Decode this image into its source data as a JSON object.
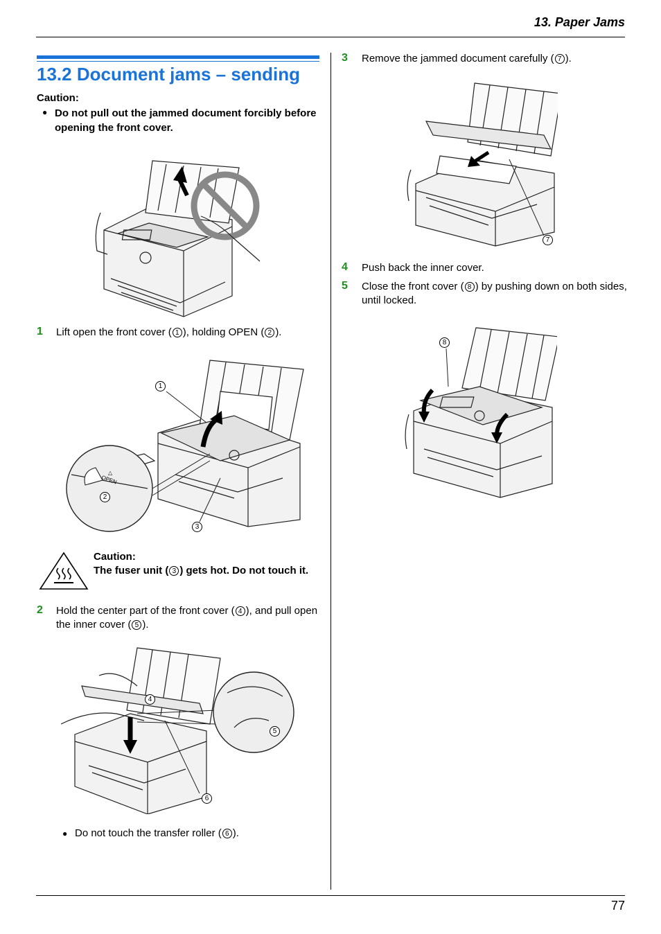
{
  "header": {
    "title": "13. Paper Jams"
  },
  "section": {
    "title": "13.2 Document jams – sending"
  },
  "caution": {
    "label": "Caution:",
    "text": "Do not pull out the jammed document forcibly before opening the front cover."
  },
  "steps": {
    "s1": {
      "num": "1",
      "pre": "Lift open the front cover (",
      "c1": "1",
      "mid": "), holding OPEN (",
      "c2": "2",
      "post": ")."
    },
    "s2": {
      "num": "2",
      "pre": "Hold the center part of the front cover (",
      "c1": "4",
      "mid": "), and pull open the inner cover (",
      "c2": "5",
      "post": ")."
    },
    "s2_note": {
      "pre": "Do not touch the transfer roller (",
      "c1": "6",
      "post": ")."
    },
    "s3": {
      "num": "3",
      "pre": "Remove the jammed document carefully (",
      "c1": "7",
      "post": ")."
    },
    "s4": {
      "num": "4",
      "text": "Push back the inner cover."
    },
    "s5": {
      "num": "5",
      "pre": "Close the front cover (",
      "c1": "8",
      "post": ") by pushing down on both sides, until locked."
    }
  },
  "fuser_warning": {
    "label": "Caution:",
    "pre": "The fuser unit (",
    "c1": "3",
    "post": ") gets hot. Do not touch it."
  },
  "figure_labels": {
    "open_label": "OPEN",
    "open_mark": "△",
    "callouts": [
      "1",
      "2",
      "3",
      "4",
      "5",
      "6",
      "7",
      "8"
    ]
  },
  "colors": {
    "accent": "#1a73d9",
    "step_number": "#1e8e1e"
  },
  "footer": {
    "page_number": "77"
  }
}
